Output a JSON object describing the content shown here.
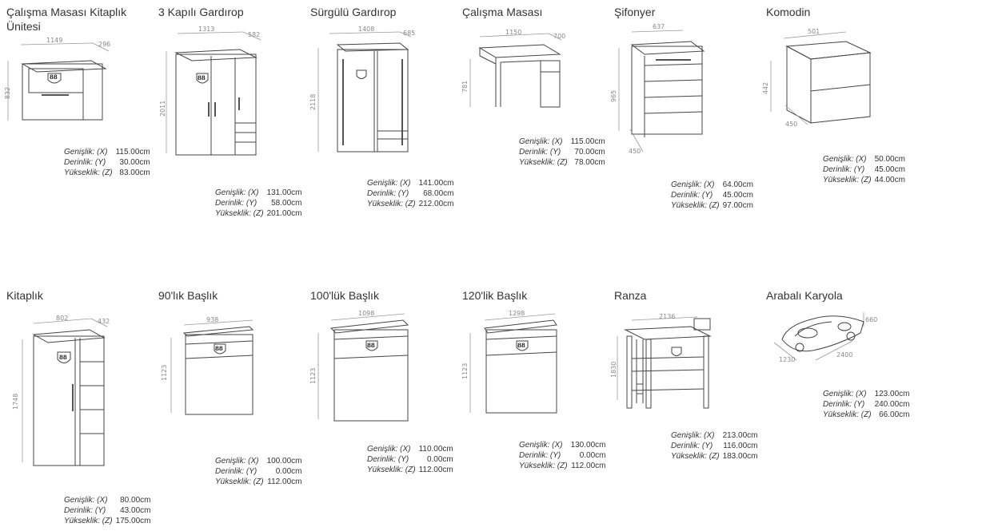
{
  "labels": {
    "width": "Genişlik: (X)",
    "depth": "Derinlik: (Y)",
    "height": "Yükseklik: (Z)"
  },
  "badge": "88",
  "products": [
    {
      "title": "Çalışma Masası Kitaplık Ünitesi",
      "dim_marks": [
        "1149",
        "296",
        "832"
      ],
      "width": "115.00cm",
      "depth": "30.00cm",
      "height": "83.00cm"
    },
    {
      "title": "3 Kapılı Gardırop",
      "dim_marks": [
        "1313",
        "582",
        "2011"
      ],
      "width": "131.00cm",
      "depth": "58.00cm",
      "height": "201.00cm"
    },
    {
      "title": "Sürgülü Gardırop",
      "dim_marks": [
        "1408",
        "685",
        "2118"
      ],
      "width": "141.00cm",
      "depth": "68.00cm",
      "height": "212.00cm"
    },
    {
      "title": "Çalışma Masası",
      "dim_marks": [
        "1150",
        "700",
        "781"
      ],
      "width": "115.00cm",
      "depth": "70.00cm",
      "height": "78.00cm"
    },
    {
      "title": "Şifonyer",
      "dim_marks": [
        "637",
        "450",
        "965"
      ],
      "width": "64.00cm",
      "depth": "45.00cm",
      "height": "97.00cm"
    },
    {
      "title": "Komodin",
      "dim_marks": [
        "501",
        "450",
        "442"
      ],
      "width": "50.00cm",
      "depth": "45.00cm",
      "height": "44.00cm"
    },
    {
      "title": "Kitaplık",
      "dim_marks": [
        "802",
        "432",
        "1748"
      ],
      "width": "80.00cm",
      "depth": "43.00cm",
      "height": "175.00cm"
    },
    {
      "title": "90'lık Başlık",
      "dim_marks": [
        "938",
        "1123"
      ],
      "width": "100.00cm",
      "depth": "0.00cm",
      "height": "112.00cm"
    },
    {
      "title": "100'lük Başlık",
      "dim_marks": [
        "1098",
        "1123"
      ],
      "width": "110.00cm",
      "depth": "0.00cm",
      "height": "112.00cm"
    },
    {
      "title": "120'lik Başlık",
      "dim_marks": [
        "1298",
        "1123"
      ],
      "width": "130.00cm",
      "depth": "0.00cm",
      "height": "112.00cm"
    },
    {
      "title": "Ranza",
      "dim_marks": [
        "2136",
        "1830"
      ],
      "width": "213.00cm",
      "depth": "116.00cm",
      "height": "183.00cm"
    },
    {
      "title": "Arabalı Karyola",
      "dim_marks": [
        "1230",
        "2400",
        "660"
      ],
      "width": "123.00cm",
      "depth": "240.00cm",
      "height": "66.00cm"
    }
  ]
}
